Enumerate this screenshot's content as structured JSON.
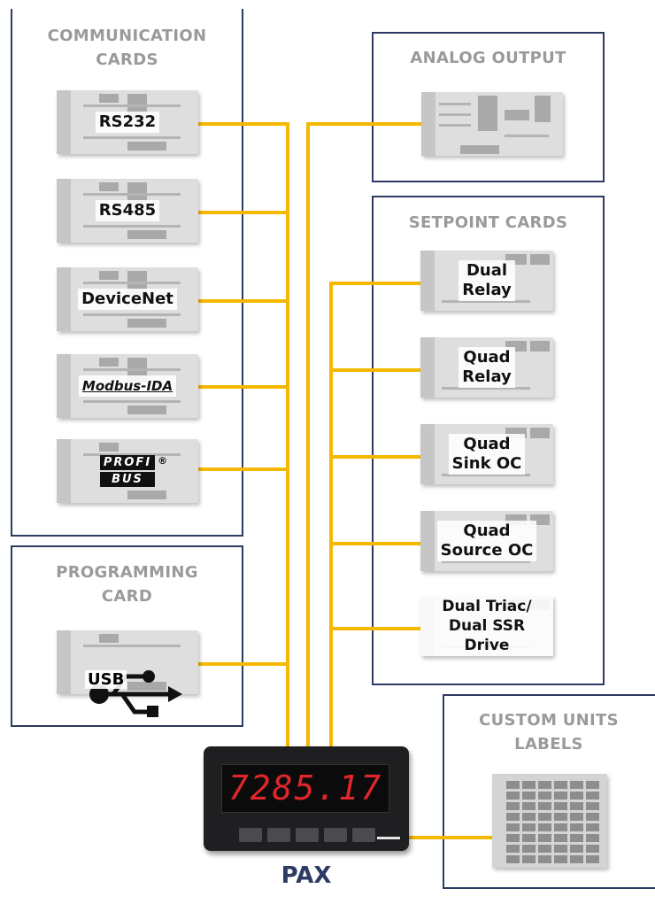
{
  "frames": {
    "communication": "COMMUNICATION\nCARDS",
    "programming": "PROGRAMMING\nCARD",
    "analog": "ANALOG OUTPUT",
    "setpoint": "SETPOINT CARDS",
    "custom_units": "CUSTOM UNITS\nLABELS"
  },
  "communication_cards": [
    "RS232",
    "RS485",
    "DeviceNet",
    "Modbus-IDA"
  ],
  "profibus": {
    "line1": "PROFI",
    "line2": "BUS",
    "mark": "®"
  },
  "programming_card": "USB",
  "setpoint_cards": [
    "Dual\nRelay",
    "Quad\nRelay",
    "Quad\nSink OC",
    "Quad\nSource OC",
    "Dual Triac/\nDual SSR Drive"
  ],
  "device": {
    "readout": "7285.17",
    "name": "PAX"
  },
  "colors": {
    "frame": "#2d3a63",
    "wire": "#f5b800",
    "title": "#9a9a9a",
    "display": "#e0262b"
  },
  "icons": [
    "usb-icon",
    "custom-labels-sheet"
  ]
}
